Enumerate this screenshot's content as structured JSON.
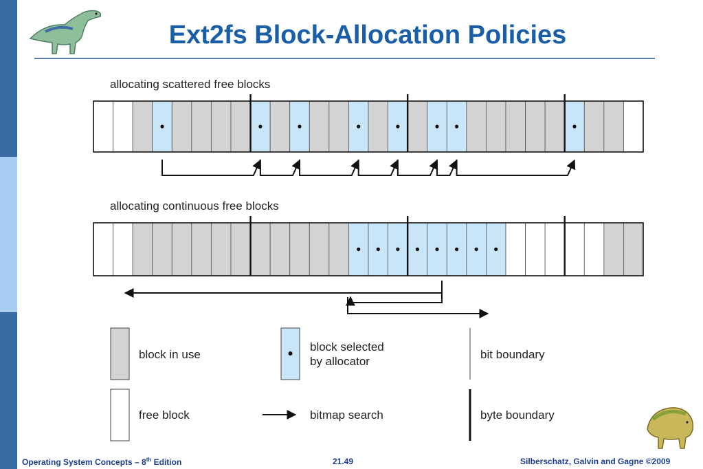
{
  "slide": {
    "title": "Ext2fs Block-Allocation Policies"
  },
  "theme": {
    "title_color": "#1b5ea8",
    "sidebar_dark": "#3a6aa3",
    "sidebar_light": "#a8cdf2",
    "in_use_color": "#d3d3d3",
    "selected_color": "#c8e6f8",
    "free_color": "#ffffff",
    "footer_color": "#1c3d8f"
  },
  "icons": {
    "top_left": "dinosaur-icon",
    "bottom_right": "dinosaur-icon"
  },
  "diagram": {
    "scattered": {
      "label": "allocating scattered free blocks",
      "blocks": [
        "free",
        "free",
        "used",
        "sel",
        "used",
        "used",
        "used",
        "used",
        "sel",
        "used",
        "sel",
        "used",
        "used",
        "sel",
        "used",
        "sel",
        "used",
        "sel",
        "sel",
        "used",
        "used",
        "used",
        "used",
        "used",
        "sel",
        "used",
        "used",
        "free"
      ],
      "hops": [
        [
          3,
          8
        ],
        [
          8,
          10
        ],
        [
          10,
          13
        ],
        [
          13,
          15
        ],
        [
          15,
          17
        ],
        [
          17,
          18
        ],
        [
          18,
          24
        ]
      ]
    },
    "continuous": {
      "label": "allocating continuous free blocks",
      "blocks": [
        "free",
        "free",
        "used",
        "used",
        "used",
        "used",
        "used",
        "used",
        "used",
        "used",
        "used",
        "used",
        "used",
        "sel",
        "sel",
        "sel",
        "sel",
        "sel",
        "sel",
        "sel",
        "sel",
        "free",
        "free",
        "free",
        "free",
        "free",
        "used",
        "used"
      ]
    },
    "legend": {
      "in_use": "block in use",
      "selected_line1": "block selected",
      "selected_line2": "by allocator",
      "bit_boundary": "bit boundary",
      "free": "free block",
      "bitmap_search": "bitmap search",
      "byte_boundary": "byte boundary"
    }
  },
  "footer": {
    "left_prefix": "Operating System Concepts – 8",
    "left_sup": "th",
    "left_suffix": " Edition",
    "page": "21.49",
    "right": "Silberschatz, Galvin and Gagne ©2009"
  }
}
